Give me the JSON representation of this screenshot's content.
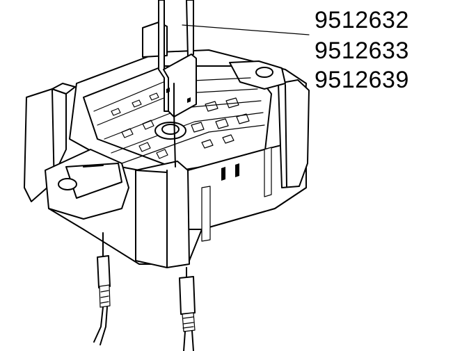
{
  "callout": {
    "part_numbers": [
      "9512632",
      "9512633",
      "9512639"
    ]
  },
  "colors": {
    "line": "#000000",
    "background": "#ffffff"
  }
}
